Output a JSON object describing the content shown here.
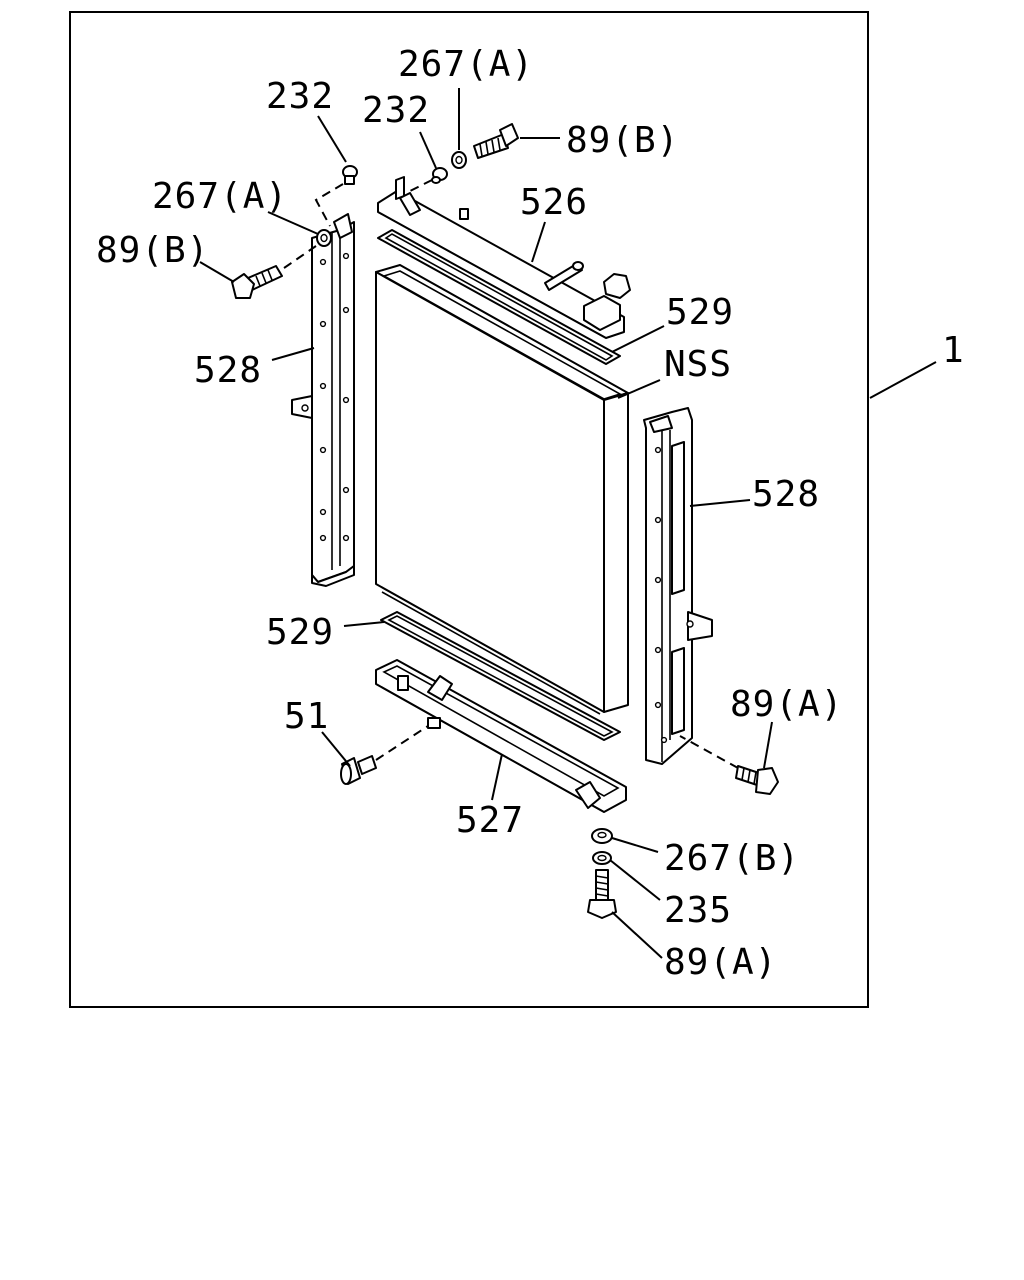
{
  "diagram": {
    "assembly_number": "1",
    "labels": {
      "screw_232_left": "232",
      "washer_267a_top": "267(A)",
      "screw_232_right": "232",
      "bolt_89b_top": "89(B)",
      "washer_267a_left": "267(A)",
      "bolt_89b_left": "89(B)",
      "tank_upper_526": "526",
      "bracket_528_left": "528",
      "seal_529_upper": "529",
      "core_nss": "NSS",
      "bracket_528_right": "528",
      "seal_529_lower": "529",
      "drain_plug_51": "51",
      "tank_lower_527": "527",
      "bolt_89a_right": "89(A)",
      "washer_267b": "267(B)",
      "washer_235": "235",
      "bolt_89a_bottom": "89(A)"
    }
  }
}
